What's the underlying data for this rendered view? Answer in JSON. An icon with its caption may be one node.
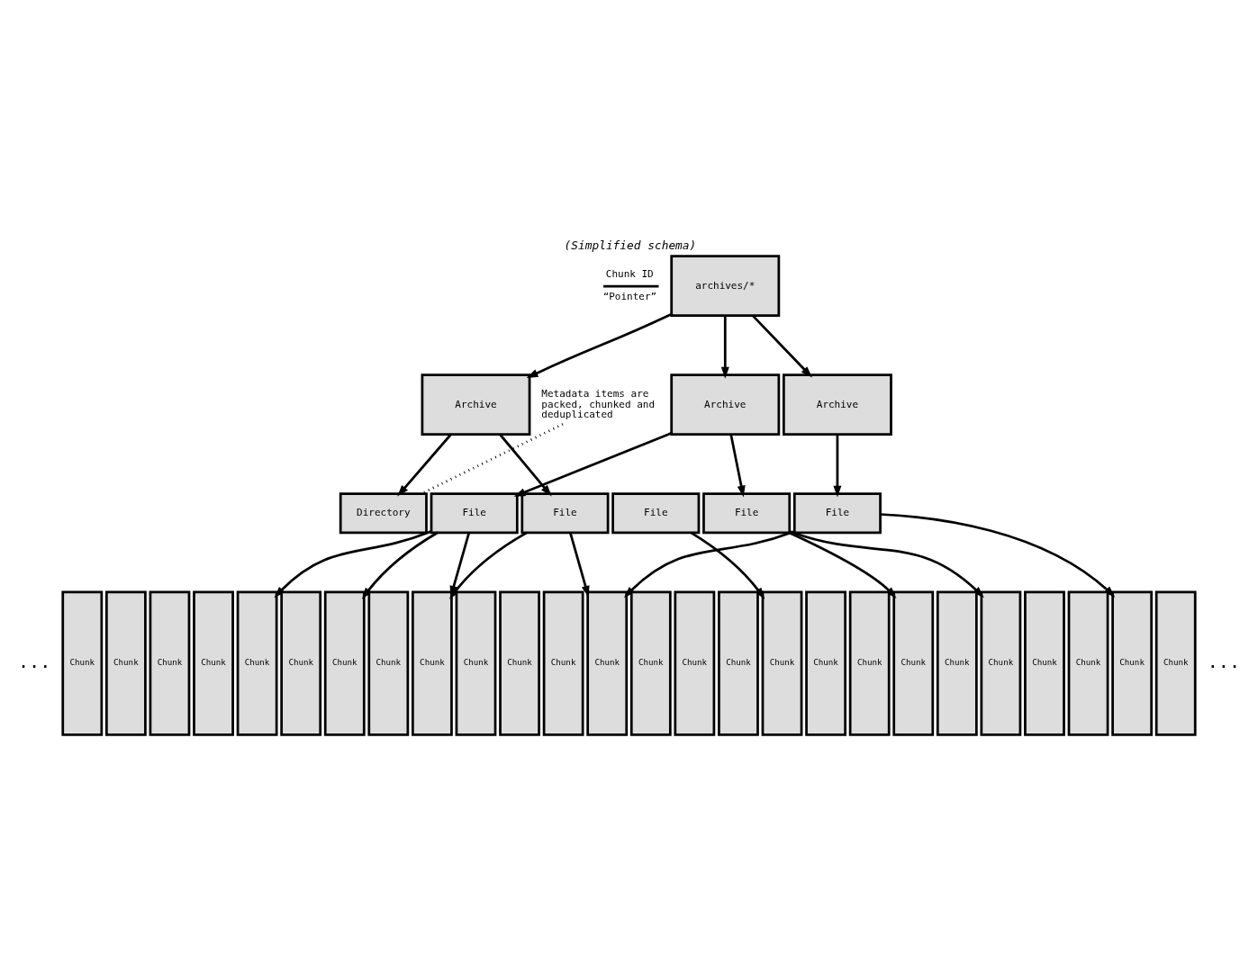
{
  "diagram": {
    "title": "(Simplified schema)",
    "nodes": [
      {
        "text": [
          "archives/*"
        ]
      },
      {
        "text": [
          "Archive"
        ]
      },
      {
        "text": [
          "Archive"
        ]
      },
      {
        "text": [
          "Archive"
        ]
      },
      {
        "text": [
          "Directory"
        ]
      },
      {
        "text": [
          "File"
        ]
      },
      {
        "text": [
          "File"
        ]
      },
      {
        "text": [
          "File"
        ]
      },
      {
        "text": [
          "File"
        ]
      },
      {
        "text": [
          "File"
        ]
      },
      {
        "text": [
          "Chunk"
        ]
      },
      {
        "text": [
          "Chunk"
        ]
      },
      {
        "text": [
          "Chunk"
        ]
      },
      {
        "text": [
          "Chunk"
        ]
      },
      {
        "text": [
          "Chunk"
        ]
      },
      {
        "text": [
          "Chunk"
        ]
      },
      {
        "text": [
          "Chunk"
        ]
      },
      {
        "text": [
          "Chunk"
        ]
      },
      {
        "text": [
          "Chunk"
        ]
      },
      {
        "text": [
          "Chunk"
        ]
      },
      {
        "text": [
          "Chunk"
        ]
      },
      {
        "text": [
          "Chunk"
        ]
      },
      {
        "text": [
          "Chunk"
        ]
      },
      {
        "text": [
          "Chunk"
        ]
      },
      {
        "text": [
          "Chunk"
        ]
      },
      {
        "text": [
          "Chunk"
        ]
      },
      {
        "text": [
          "Chunk"
        ]
      },
      {
        "text": [
          "Chunk"
        ]
      },
      {
        "text": [
          "Chunk"
        ]
      },
      {
        "text": [
          "Chunk"
        ]
      },
      {
        "text": [
          "Chunk"
        ]
      },
      {
        "text": [
          "Chunk"
        ]
      },
      {
        "text": [
          "Chunk"
        ]
      },
      {
        "text": [
          "Chunk"
        ]
      },
      {
        "text": [
          "Chunk"
        ]
      },
      {
        "text": [
          "Chunk"
        ]
      },
      {
        "text": [
          "Metadata items are packed, chunked and deduplicated"
        ]
      }
    ],
    "edges": [
      {
        "from": 0,
        "to": 1,
        "arrow": "to"
      },
      {
        "from": 0,
        "to": 2,
        "arrow": "to"
      },
      {
        "from": 0,
        "to": 3,
        "arrow": "to"
      },
      {
        "from": 1,
        "to": 4,
        "arrow": "to"
      },
      {
        "from": 1,
        "to": 6,
        "arrow": "to"
      },
      {
        "from": 2,
        "to": 5,
        "arrow": "to"
      },
      {
        "from": 2,
        "to": 8,
        "arrow": "to"
      },
      {
        "from": 3,
        "to": 9,
        "arrow": "to"
      },
      {
        "from": 5,
        "to": 14,
        "arrow": "to"
      },
      {
        "from": 5,
        "to": 16,
        "arrow": "to"
      },
      {
        "from": 5,
        "to": 18,
        "arrow": "to"
      },
      {
        "from": 6,
        "to": 18,
        "arrow": "to"
      },
      {
        "from": 6,
        "to": 22,
        "arrow": "to"
      },
      {
        "from": 7,
        "to": 26,
        "arrow": "to"
      },
      {
        "from": 9,
        "to": 22,
        "arrow": "to"
      },
      {
        "from": 8,
        "to": 29,
        "arrow": "to"
      },
      {
        "from": 8,
        "to": 31,
        "arrow": "to"
      },
      {
        "from": 9,
        "to": 34,
        "arrow": "to"
      },
      {
        "from": 36,
        "to": 4,
        "arrow": "none",
        "style": "dashed"
      }
    ],
    "labels": [
      "...",
      "..."
    ],
    "legend": [
      {
        "text": "Chunk ID"
      },
      {
        "text": "“Pointer”"
      }
    ]
  }
}
